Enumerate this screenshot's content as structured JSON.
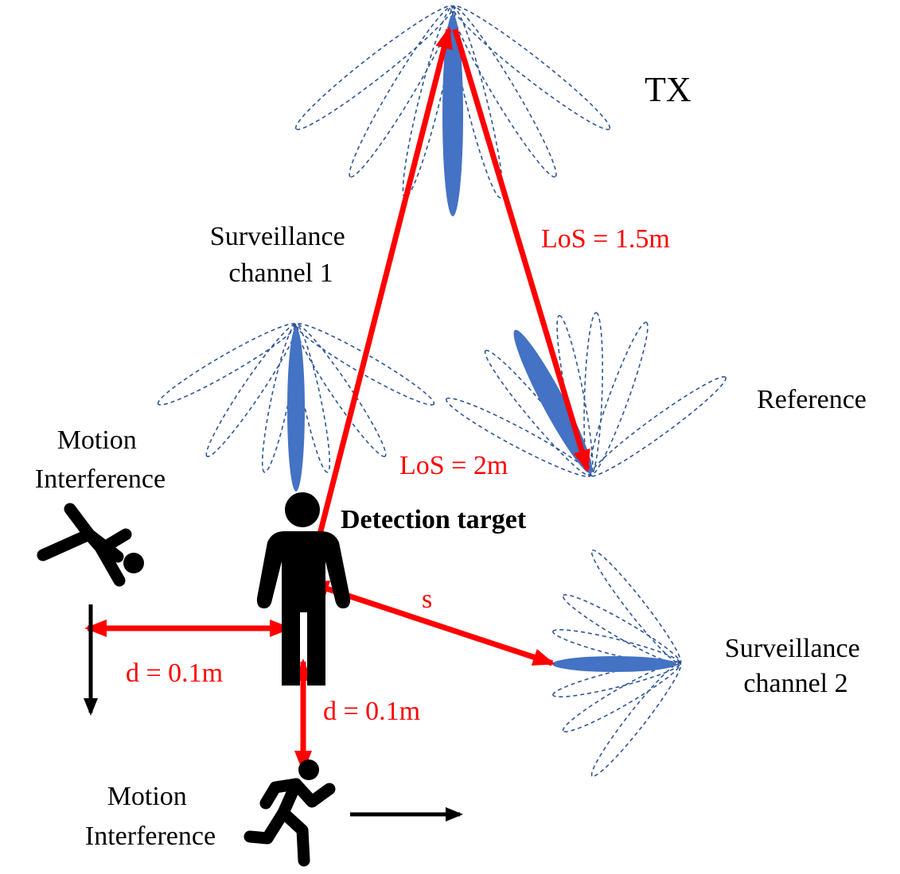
{
  "labels": {
    "tx": "TX",
    "reference": "Reference",
    "surveillance_channel_1": [
      "Surveillance",
      "channel 1"
    ],
    "surveillance_channel_2": [
      "Surveillance",
      "channel 2"
    ],
    "motion_interference_left": [
      "Motion",
      "Interference"
    ],
    "motion_interference_bottom": [
      "Motion",
      "Interference"
    ],
    "detection_target": "Detection target",
    "los_tx_reference": "LoS = 1.5m",
    "los_tx_target": "LoS = 2m",
    "distance_s": "s",
    "distance_d_left": "d = 0.1m",
    "distance_d_bottom": "d = 0.1m"
  },
  "colors": {
    "distance_arrows": "#ff0000",
    "main_beam": "#4472c4",
    "side_lobes": "#2f5597",
    "figures": "#000000"
  },
  "icons": {
    "antenna_pattern": "antenna-beam-icon",
    "target_person": "person-standing-icon",
    "interferer_left": "person-falling-icon",
    "interferer_bottom": "person-running-icon"
  }
}
